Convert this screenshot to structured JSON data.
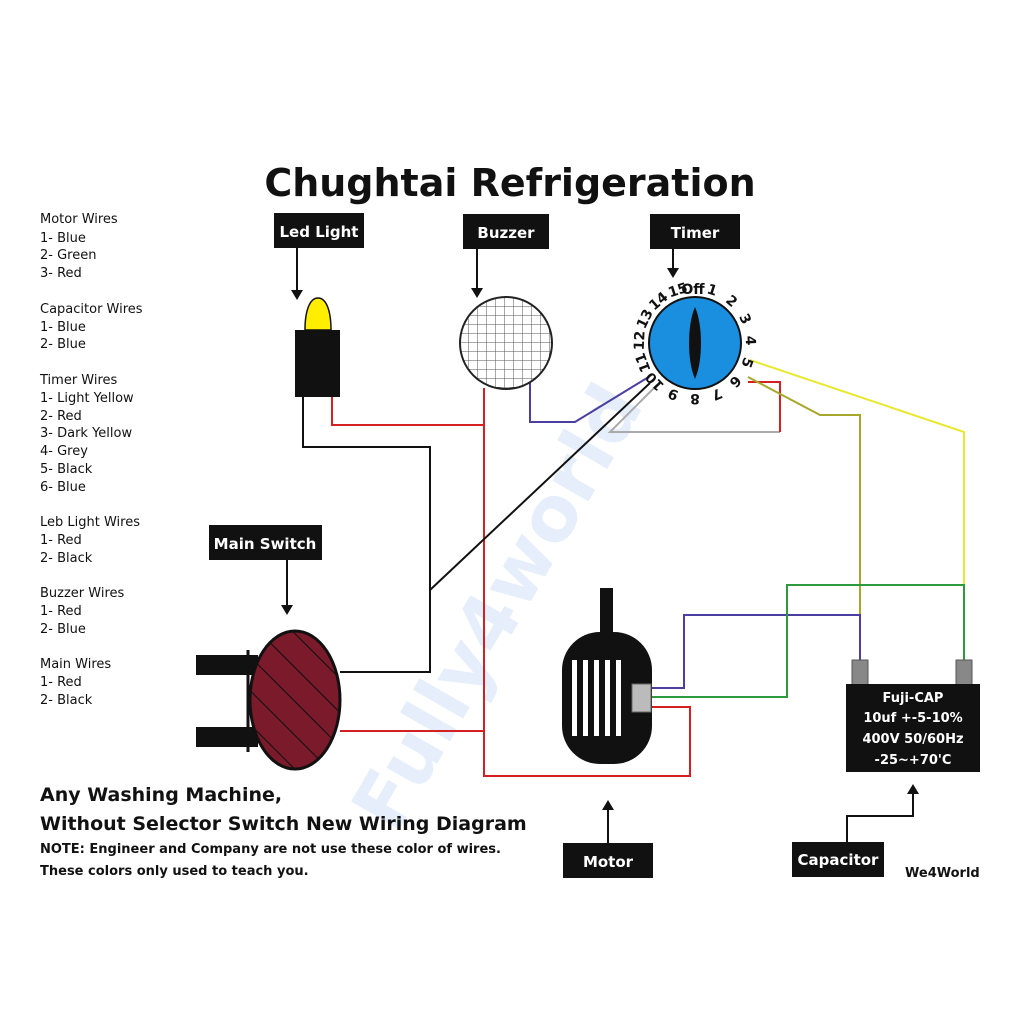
{
  "title": "Chughtai Refrigeration",
  "labels": {
    "led_light": "Led Light",
    "buzzer": "Buzzer",
    "timer": "Timer",
    "main_switch": "Main Switch",
    "motor": "Motor",
    "capacitor": "Capacitor"
  },
  "legend": [
    {
      "heading": "Motor Wires",
      "items": [
        "1- Blue",
        "2- Green",
        "3- Red"
      ]
    },
    {
      "heading": "Capacitor Wires",
      "items": [
        "1- Blue",
        "2- Blue"
      ]
    },
    {
      "heading": "Timer Wires",
      "items": [
        "1- Light Yellow",
        "2- Red",
        "3- Dark Yellow",
        "4- Grey",
        "5- Black",
        "6- Blue"
      ]
    },
    {
      "heading": "Leb Light Wires",
      "items": [
        "1- Red",
        "2- Black"
      ]
    },
    {
      "heading": "Buzzer Wires",
      "items": [
        "1- Red",
        "2- Blue"
      ]
    },
    {
      "heading": "Main Wires",
      "items": [
        "1- Red",
        "2- Black"
      ]
    }
  ],
  "timer_dial": {
    "off": "Off",
    "numbers": [
      "1",
      "2",
      "3",
      "4",
      "5",
      "6",
      "7",
      "8",
      "9",
      "10",
      "11",
      "12",
      "13",
      "14",
      "15"
    ]
  },
  "capacitor_spec": {
    "line1": "Fuji-CAP",
    "line2": "10uf +-5-10%",
    "line3": "400V 50/60Hz",
    "line4": "-25~+70'C"
  },
  "footer": {
    "line1": "Any Washing Machine,",
    "line2": "Without Selector Switch New Wiring Diagram",
    "note1": "NOTE: Engineer and Company are not use these color of wires.",
    "note2": "These colors only used to teach you.",
    "credit": "We4World"
  },
  "watermark": "Fully4world",
  "colors": {
    "blue": "#1a8fe0",
    "red": "#d42020",
    "black": "#111111",
    "green": "#2e9a3e",
    "yellow": "#e8e830",
    "dark_yellow": "#a7a72c",
    "grey": "#aaaaaa",
    "purple": "#4a3fa0",
    "switch": "#7b1a2a",
    "led": "#ffee00"
  }
}
